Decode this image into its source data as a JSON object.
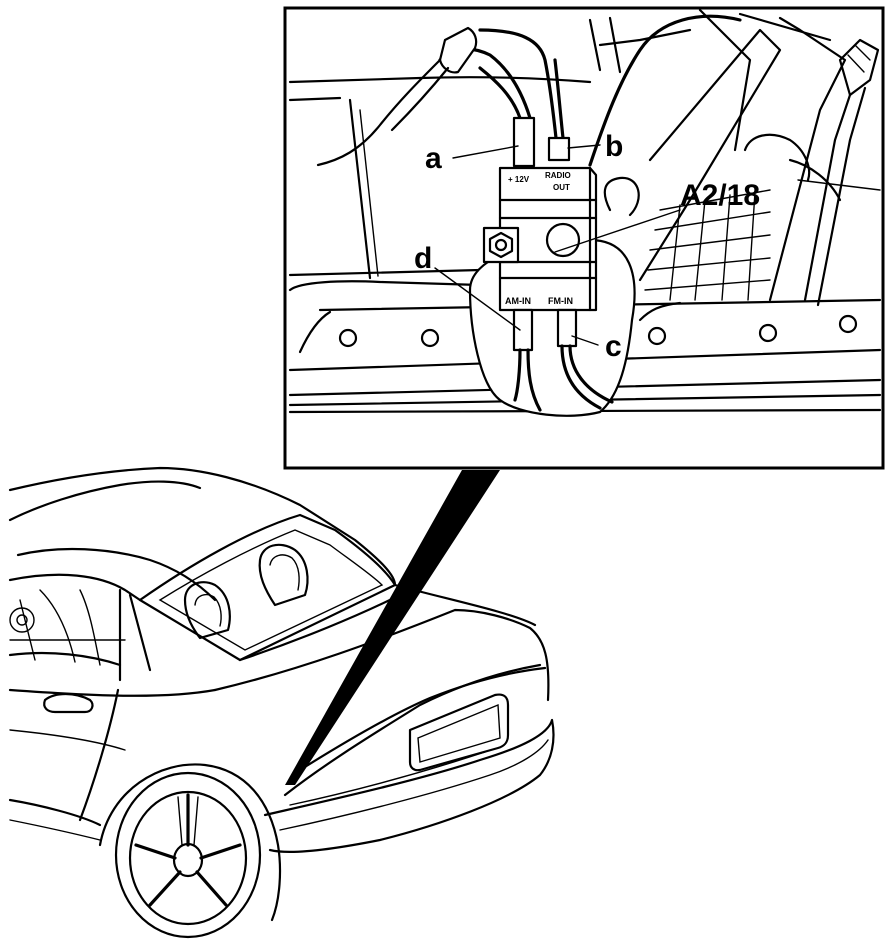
{
  "callouts": {
    "a": "a",
    "b": "b",
    "c": "c",
    "d": "d",
    "component": "A2/18"
  },
  "module_labels": {
    "power": "+ 12V",
    "radio_out_line1": "RADIO",
    "radio_out_line2": "OUT",
    "am_in": "AM-IN",
    "fm_in": "FM-IN"
  }
}
